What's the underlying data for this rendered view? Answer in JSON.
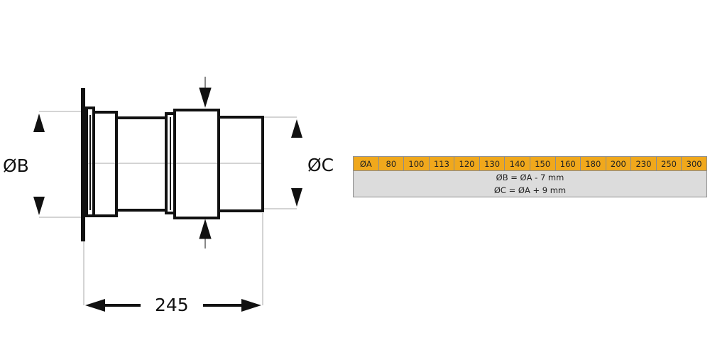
{
  "diagram": {
    "label_b": "ØB",
    "label_c": "ØC",
    "length_label": "245"
  },
  "table": {
    "header_label": "ØA",
    "diameters": [
      "80",
      "100",
      "113",
      "120",
      "130",
      "140",
      "150",
      "160",
      "180",
      "200",
      "230",
      "250",
      "300"
    ],
    "formula_b": "ØB = ØA - 7 mm",
    "formula_c": "ØC = ØA + 9 mm",
    "colors": {
      "header_bg": "#f0a81c",
      "formula_bg": "#dcdcdc"
    }
  }
}
